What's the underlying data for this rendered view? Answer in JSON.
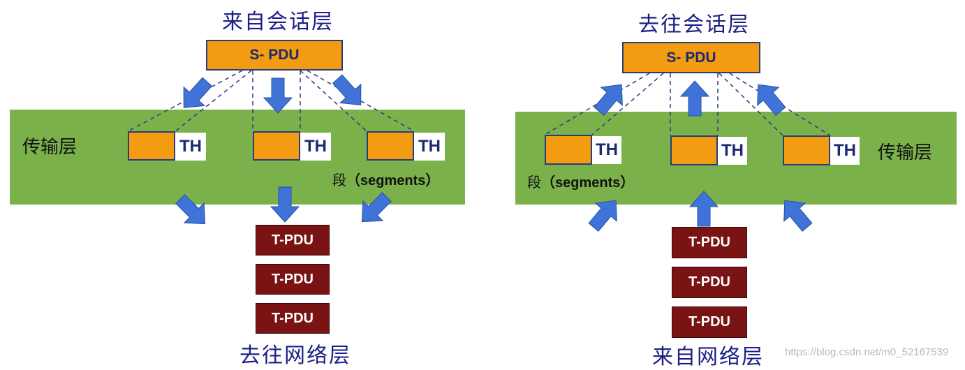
{
  "left": {
    "title": "来自会话层",
    "spdu_label": "S- PDU",
    "layer_label": "传输层",
    "th_labels": [
      "TH",
      "TH",
      "TH"
    ],
    "segment_prefix": "段",
    "segment_text": "（segments）",
    "tpdu_labels": [
      "T-PDU",
      "T-PDU",
      "T-PDU"
    ],
    "bottom_title": "去往网络层"
  },
  "right": {
    "title": "去往会话层",
    "spdu_label": "S- PDU",
    "layer_label": "传输层",
    "th_labels": [
      "TH",
      "TH",
      "TH"
    ],
    "segment_prefix": "段",
    "segment_text": "（segments）",
    "tpdu_labels": [
      "T-PDU",
      "T-PDU",
      "T-PDU"
    ],
    "bottom_title": "来自网络层"
  },
  "watermark": "https://blog.csdn.net/m0_52167539",
  "colors": {
    "layer_band": "#7bb14a",
    "pdu_orange": "#f39c12",
    "tpdu_maroon": "#7a1414",
    "arrow_blue": "#3f73d8",
    "text_navy": "#1b2a6e"
  }
}
